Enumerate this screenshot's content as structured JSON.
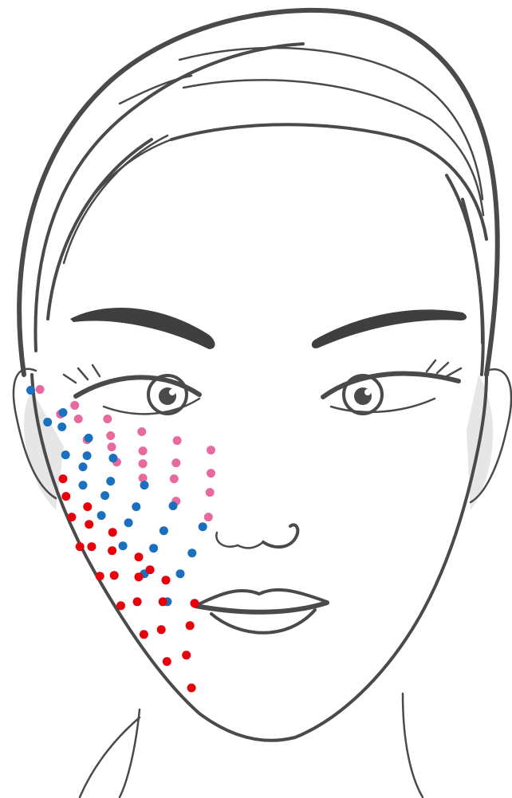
{
  "figure": {
    "subject": "face-line-drawing",
    "background": "#ffffff",
    "line_color": "#4a4a4a"
  },
  "dot_series": [
    {
      "color": "#e8699e",
      "points": [
        [
          0.078,
          0.488
        ],
        [
          0.146,
          0.508
        ],
        [
          0.118,
          0.519
        ],
        [
          0.153,
          0.525
        ],
        [
          0.21,
          0.525
        ],
        [
          0.17,
          0.551
        ],
        [
          0.216,
          0.546
        ],
        [
          0.218,
          0.56
        ],
        [
          0.277,
          0.541
        ],
        [
          0.346,
          0.552
        ],
        [
          0.228,
          0.579
        ],
        [
          0.279,
          0.565
        ],
        [
          0.279,
          0.581
        ],
        [
          0.344,
          0.58
        ],
        [
          0.412,
          0.564
        ],
        [
          0.279,
          0.599
        ],
        [
          0.34,
          0.6
        ],
        [
          0.412,
          0.593
        ],
        [
          0.344,
          0.628
        ],
        [
          0.41,
          0.617
        ],
        [
          0.407,
          0.648
        ]
      ]
    },
    {
      "color": "#1a6fbf",
      "points": [
        [
          0.06,
          0.489
        ],
        [
          0.123,
          0.517
        ],
        [
          0.093,
          0.529
        ],
        [
          0.121,
          0.535
        ],
        [
          0.173,
          0.549
        ],
        [
          0.128,
          0.57
        ],
        [
          0.17,
          0.571
        ],
        [
          0.162,
          0.585
        ],
        [
          0.221,
          0.574
        ],
        [
          0.162,
          0.608
        ],
        [
          0.216,
          0.603
        ],
        [
          0.282,
          0.608
        ],
        [
          0.205,
          0.621
        ],
        [
          0.338,
          0.634
        ],
        [
          0.198,
          0.646
        ],
        [
          0.266,
          0.635
        ],
        [
          0.251,
          0.655
        ],
        [
          0.32,
          0.665
        ],
        [
          0.396,
          0.66
        ],
        [
          0.24,
          0.684
        ],
        [
          0.3,
          0.687
        ],
        [
          0.375,
          0.693
        ],
        [
          0.282,
          0.719
        ],
        [
          0.352,
          0.719
        ],
        [
          0.327,
          0.754
        ]
      ]
    },
    {
      "color": "#e8000b",
      "points": [
        [
          0.123,
          0.6
        ],
        [
          0.129,
          0.622
        ],
        [
          0.14,
          0.648
        ],
        [
          0.171,
          0.635
        ],
        [
          0.174,
          0.657
        ],
        [
          0.156,
          0.685
        ],
        [
          0.179,
          0.685
        ],
        [
          0.22,
          0.667
        ],
        [
          0.219,
          0.69
        ],
        [
          0.271,
          0.698
        ],
        [
          0.195,
          0.722
        ],
        [
          0.223,
          0.721
        ],
        [
          0.271,
          0.723
        ],
        [
          0.293,
          0.714
        ],
        [
          0.324,
          0.727
        ],
        [
          0.236,
          0.759
        ],
        [
          0.268,
          0.754
        ],
        [
          0.318,
          0.754
        ],
        [
          0.38,
          0.756
        ],
        [
          0.281,
          0.795
        ],
        [
          0.315,
          0.789
        ],
        [
          0.371,
          0.784
        ],
        [
          0.326,
          0.829
        ],
        [
          0.364,
          0.821
        ],
        [
          0.374,
          0.862
        ]
      ]
    }
  ]
}
